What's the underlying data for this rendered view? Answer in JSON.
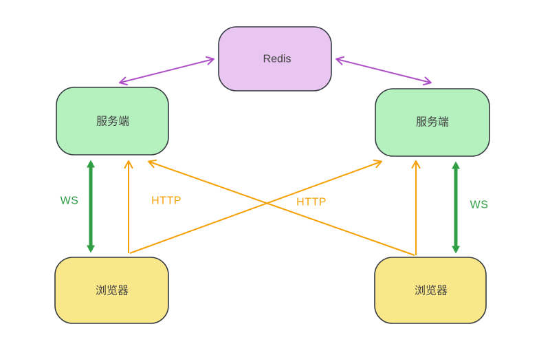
{
  "nodes": {
    "redis": {
      "label": "Redis",
      "fill": "#E9C6F1"
    },
    "server_left": {
      "label": "服务端",
      "fill": "#B5F1BF"
    },
    "server_right": {
      "label": "服务端",
      "fill": "#B5F1BF"
    },
    "browser_left": {
      "label": "浏览器",
      "fill": "#FAE78A"
    },
    "browser_right": {
      "label": "浏览器",
      "fill": "#FAE78A"
    }
  },
  "edge_labels": {
    "ws_left": "WS",
    "ws_right": "WS",
    "http_left": "HTTP",
    "http_right": "HTTP"
  },
  "colors": {
    "node_border": "#343a40",
    "node_text": "#404040",
    "redis_link": "#AE4EC8",
    "websocket_link": "#2F9E44",
    "http_link": "#F59F00"
  }
}
